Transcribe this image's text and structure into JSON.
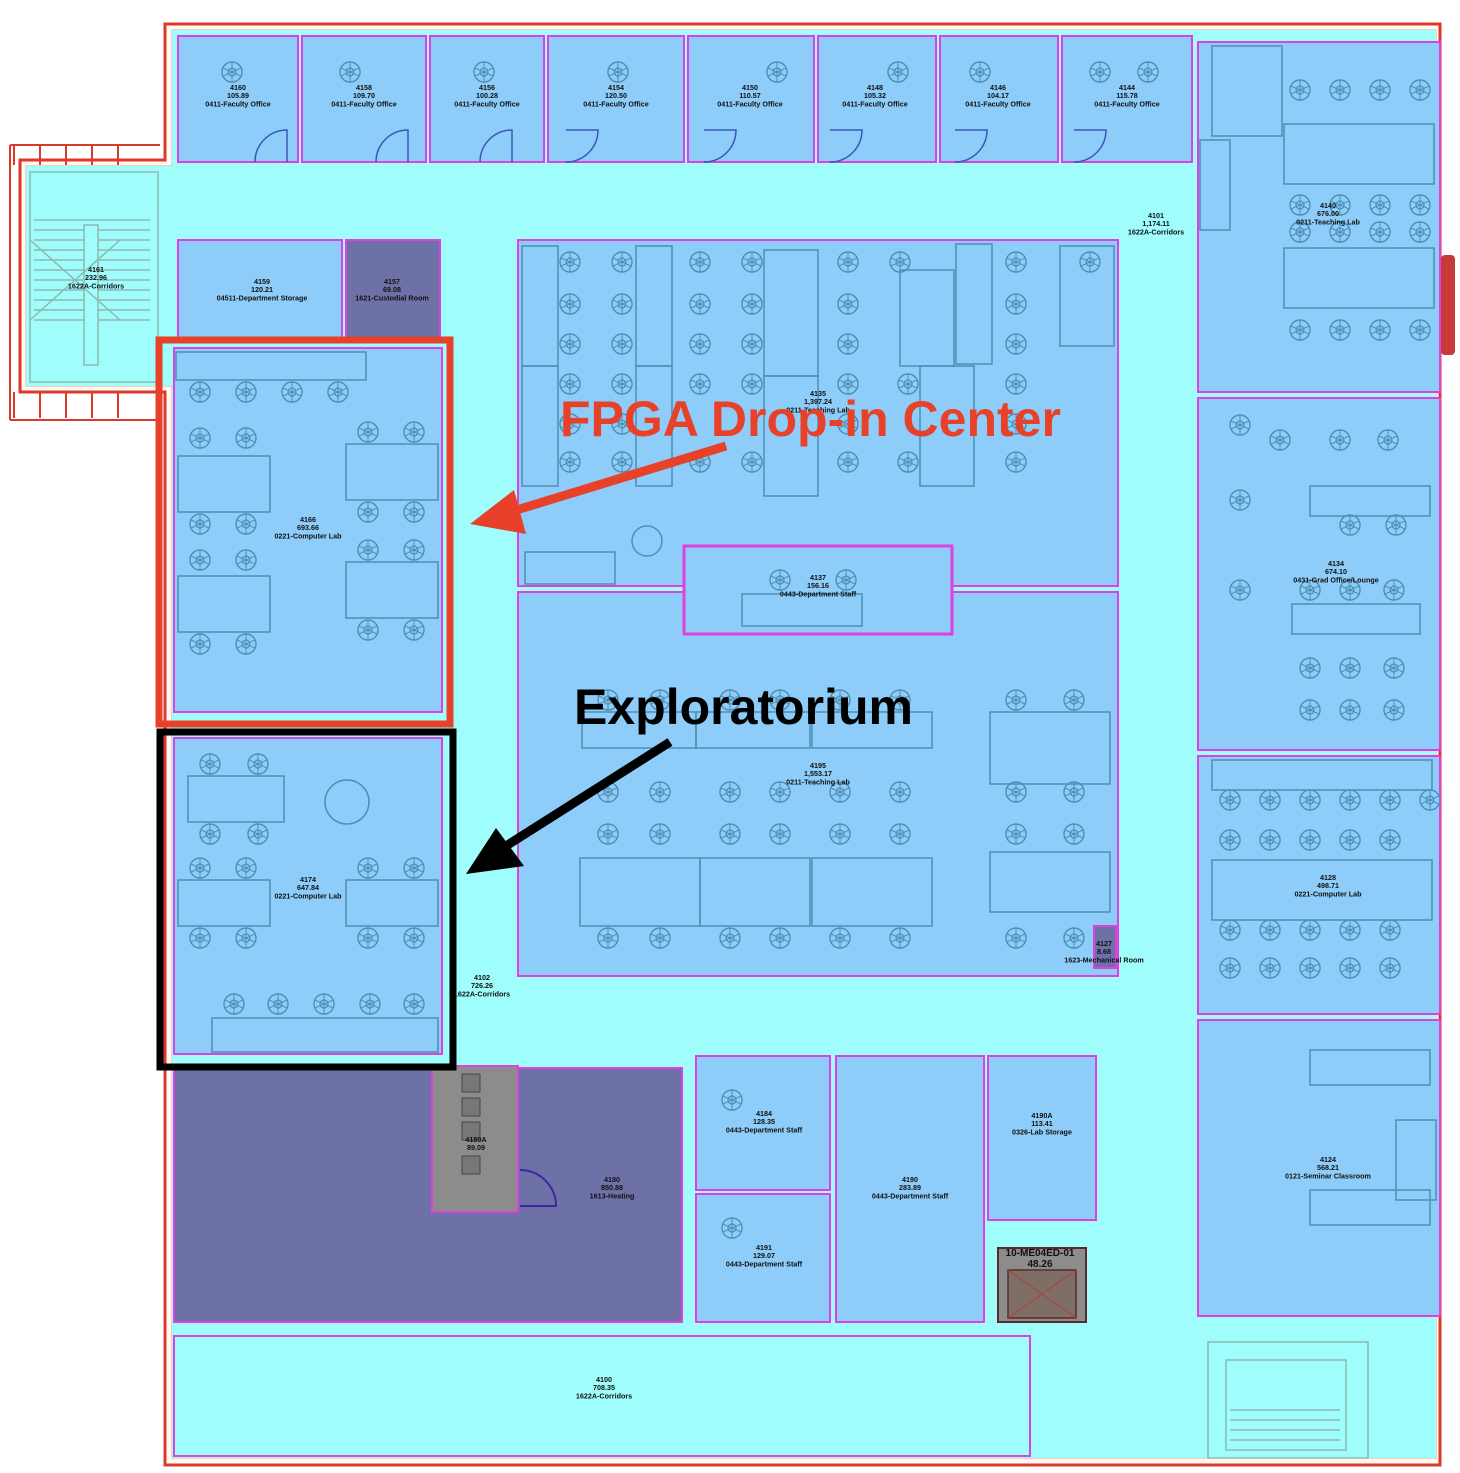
{
  "colors": {
    "office": "#8ecdf9",
    "corridor": "#9ffdfc",
    "custodial": "#6e71a8",
    "heating": "#6e71a8",
    "grey": "#8c8c8c",
    "wall": "#d93a2a",
    "partition": "#e040e0",
    "highlight_red": "#e8412a",
    "highlight_black": "#000000"
  },
  "rooms": [
    {
      "id": "r4160",
      "number": "4160",
      "area": "105.89",
      "use": "0411-Faculty Office"
    },
    {
      "id": "r4158",
      "number": "4158",
      "area": "109.70",
      "use": "0411-Faculty Office"
    },
    {
      "id": "r4156",
      "number": "4156",
      "area": "100.28",
      "use": "0411-Faculty Office"
    },
    {
      "id": "r4154",
      "number": "4154",
      "area": "120.50",
      "use": "0411-Faculty Office"
    },
    {
      "id": "r4150",
      "number": "4150",
      "area": "110.57",
      "use": "0411-Faculty Office"
    },
    {
      "id": "r4148",
      "number": "4148",
      "area": "105.32",
      "use": "0411-Faculty Office"
    },
    {
      "id": "r4146",
      "number": "4146",
      "area": "104.17",
      "use": "0411-Faculty Office"
    },
    {
      "id": "r4144",
      "number": "4144",
      "area": "115.78",
      "use": "0411-Faculty Office"
    },
    {
      "id": "r4140",
      "number": "4140",
      "area": "676.00",
      "use": "0211-Teaching Lab"
    },
    {
      "id": "r4161",
      "number": "4161",
      "area": "232.96",
      "use": "1622A-Corridors"
    },
    {
      "id": "r4101",
      "number": "4101",
      "area": "1,174.11",
      "use": "1622A-Corridors"
    },
    {
      "id": "r4159",
      "number": "4159",
      "area": "120.21",
      "use": "04511-Department Storage"
    },
    {
      "id": "r4157",
      "number": "4157",
      "area": "69.08",
      "use": "1621-Custodial Room"
    },
    {
      "id": "r4135",
      "number": "4135",
      "area": "1,397.24",
      "use": "0211-Teaching Lab"
    },
    {
      "id": "r4166",
      "number": "4166",
      "area": "693.66",
      "use": "0221-Computer Lab"
    },
    {
      "id": "r4134",
      "number": "4134",
      "area": "674.10",
      "use": "0431-Grad Office/Lounge"
    },
    {
      "id": "r4137",
      "number": "4137",
      "area": "156.16",
      "use": "0443-Department Staff"
    },
    {
      "id": "r4195",
      "number": "4195",
      "area": "1,553.17",
      "use": "0211-Teaching Lab"
    },
    {
      "id": "r4174",
      "number": "4174",
      "area": "647.84",
      "use": "0221-Computer Lab"
    },
    {
      "id": "r4128",
      "number": "4128",
      "area": "498.71",
      "use": "0221-Computer Lab"
    },
    {
      "id": "r4127",
      "number": "4127",
      "area": "8.68",
      "use": "1623-Mechanical Room"
    },
    {
      "id": "r4102",
      "number": "4102",
      "area": "726.26",
      "use": "1622A-Corridors"
    },
    {
      "id": "r4184",
      "number": "4184",
      "area": "128.35",
      "use": "0443-Department Staff"
    },
    {
      "id": "r4190A",
      "number": "4190A",
      "area": "113.41",
      "use": "0326-Lab Storage"
    },
    {
      "id": "r4180A",
      "number": "4180A",
      "area": "89.09",
      "use": ""
    },
    {
      "id": "r4180",
      "number": "4180",
      "area": "850.88",
      "use": "1613-Heating"
    },
    {
      "id": "r4190",
      "number": "4190",
      "area": "283.89",
      "use": "0443-Department Staff"
    },
    {
      "id": "r4124",
      "number": "4124",
      "area": "568.21",
      "use": "0121-Seminar Classroom"
    },
    {
      "id": "r4191",
      "number": "4191",
      "area": "129.07",
      "use": "0443-Department Staff"
    },
    {
      "id": "rME04",
      "number": "10-ME04ED-01",
      "area": "48.26",
      "use": ""
    },
    {
      "id": "r4100",
      "number": "4100",
      "area": "708.35",
      "use": "1622A-Corridors"
    }
  ],
  "annotations": {
    "fpga": "FPGA Drop-in Center",
    "exploratorium": "Exploratorium"
  }
}
